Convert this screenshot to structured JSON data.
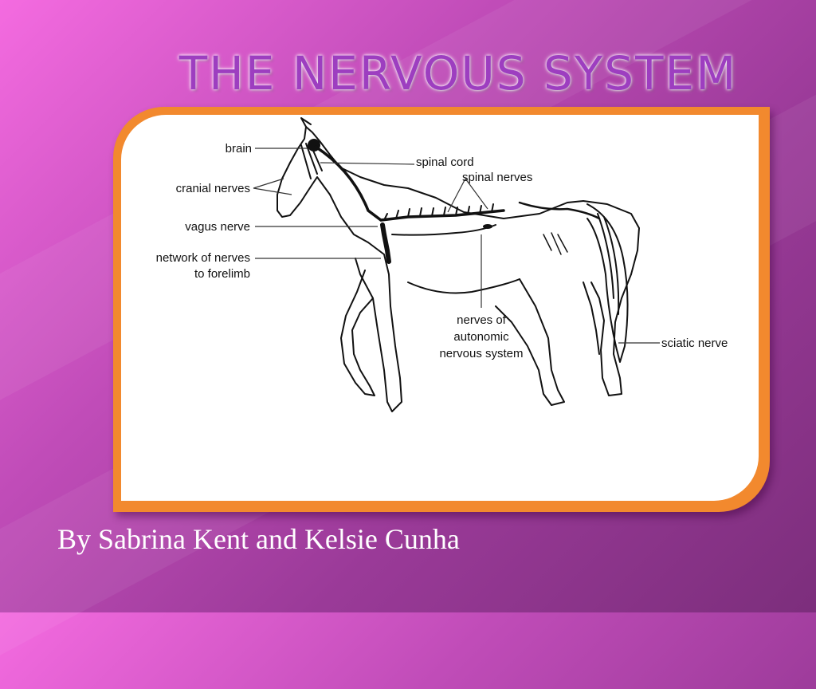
{
  "slide": {
    "title": "THE NERVOUS SYSTEM",
    "subtitle": "By Sabrina Kent and Kelsie Cunha"
  },
  "diagram": {
    "labels": {
      "brain": "brain",
      "spinal_cord": "spinal cord",
      "spinal_nerves": "spinal nerves",
      "cranial_nerves": "cranial nerves",
      "vagus_nerve": "vagus nerve",
      "network_line1": "network of nerves",
      "network_line2": "to forelimb",
      "autonomic_line1": "nerves of",
      "autonomic_line2": "autonomic",
      "autonomic_line3": "nervous system",
      "sciatic_nerve": "sciatic nerve"
    }
  },
  "colors": {
    "background": "#b845b0",
    "title": "#9d3ec0",
    "frame_border": "#f2892e",
    "panel": "#ffffff"
  }
}
